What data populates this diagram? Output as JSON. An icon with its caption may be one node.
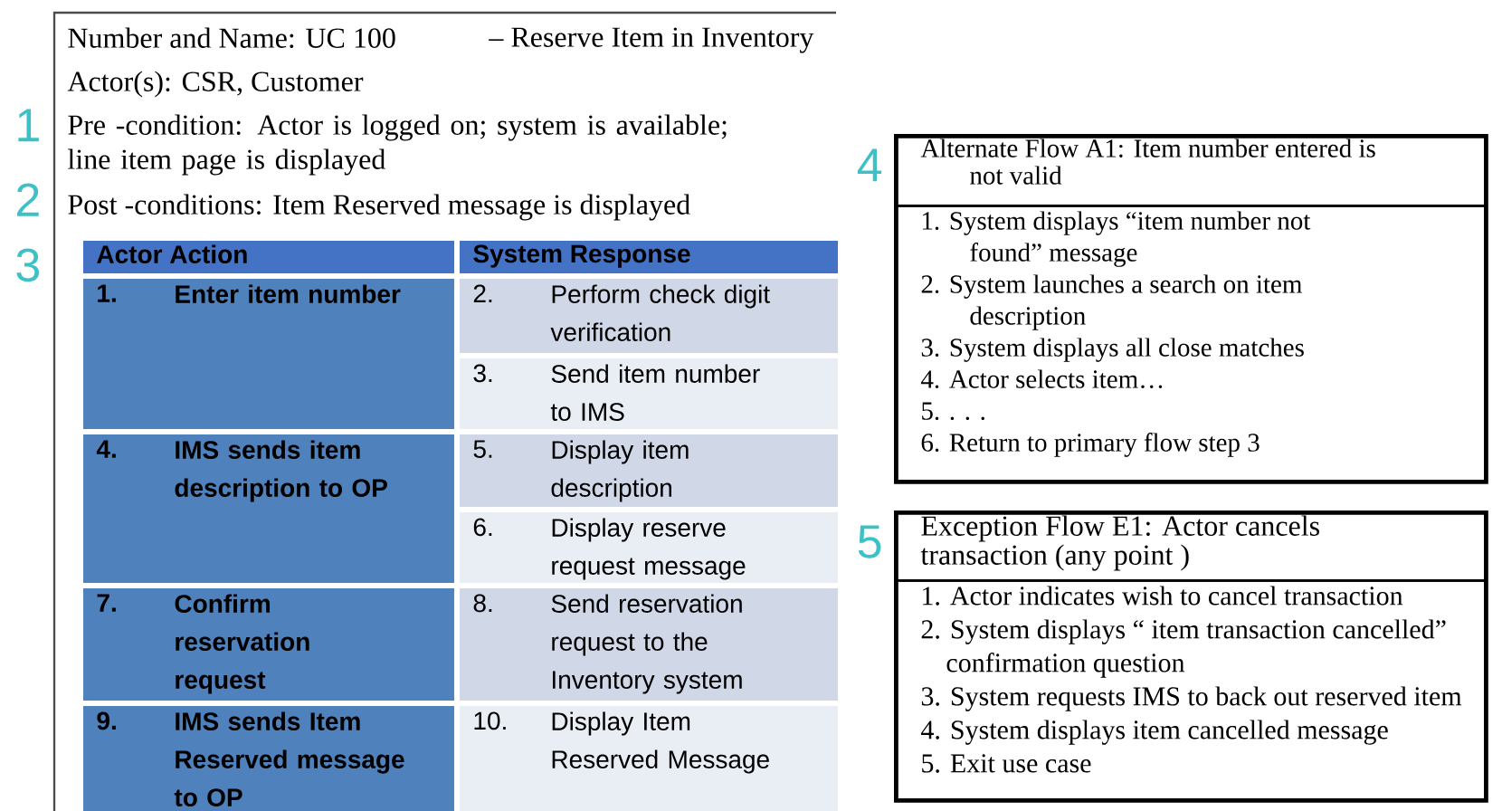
{
  "diagram": {
    "nodes": [
      {
        "text": [],
        "shape": "box",
        "beside": [
          "4"
        ]
      },
      {
        "text": [
          "Alternate Flow A1: Item number entered is not valid"
        ],
        "in": 0
      },
      {
        "text": [
          "1. System displays “item number not found” message",
          "2. System launches a search on item description",
          "3. System displays all close matches",
          "4. Actor selects item…",
          "5. . . .",
          "6. Return to primary flow step 3"
        ],
        "in": 0
      },
      {
        "text": [],
        "shape": "box",
        "beside": [
          "5"
        ]
      },
      {
        "text": [
          "Exception Flow E1: Actor cancels transaction (any point )"
        ],
        "in": 3
      },
      {
        "text": [
          "1. Actor indicates wish to cancel transaction",
          "2. System displays “ item transaction cancelled” confirmation question",
          "3. System requests IMS to back out reserved item",
          "4. System displays item cancelled message",
          "5. Exit use case"
        ],
        "in": 3
      }
    ],
    "labels": [
      "Number and Name: UC 100",
      "– Reserve Item in Inventory",
      "Actor(s): CSR, Customer",
      "1",
      "Pre -condition: Actor is logged on; system is available; line item page is displayed",
      "2",
      "Post -conditions: Item Reserved message is displayed",
      "3",
      "Actor Action",
      "System Response",
      "1.",
      "Enter item number",
      "2.",
      "Perform check digit verification",
      "3.",
      "Send item number to IMS",
      "4.",
      "IMS sends item description to OP",
      "5.",
      "Display item description",
      "6.",
      "Display reserve request message",
      "7.",
      "Confirm reservation request",
      "8.",
      "Send reservation request to the Inventory system",
      "9.",
      "IMS sends Item Reserved message to OP",
      "10.",
      "Display Item Reserved Message"
    ]
  }
}
